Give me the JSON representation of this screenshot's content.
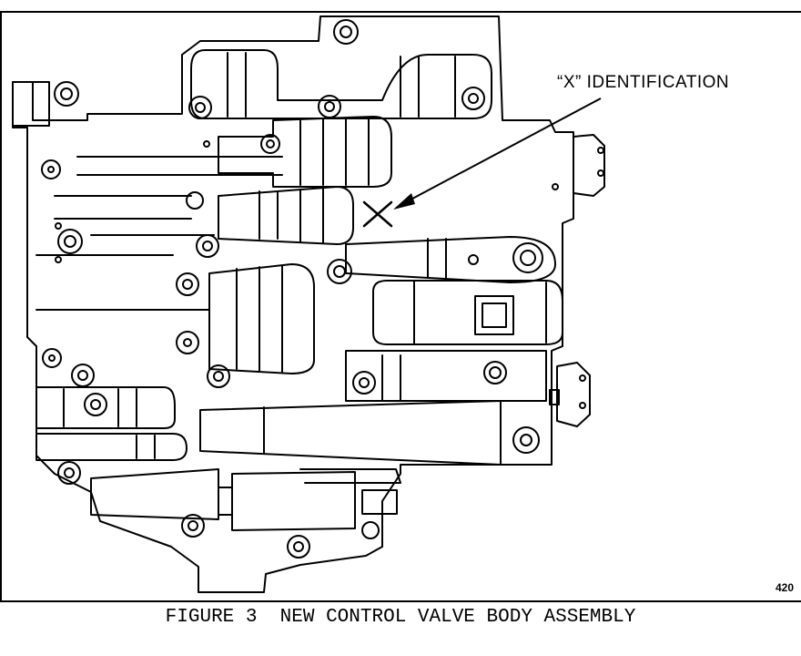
{
  "diagram": {
    "callout_label": "“X” IDENTIFICATION",
    "marker_symbol": "X",
    "figure_number": "420",
    "caption": "FIGURE 3  NEW CONTROL VALVE BODY ASSEMBLY"
  },
  "colors": {
    "line": "#000000",
    "background": "#ffffff"
  }
}
